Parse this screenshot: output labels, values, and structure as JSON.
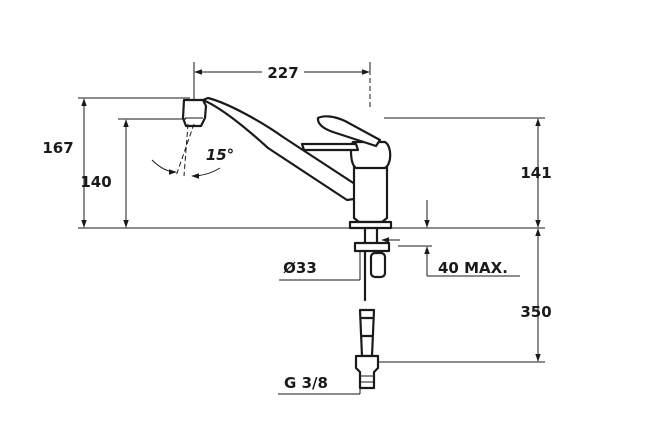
{
  "dimensions": {
    "spout_reach": "227",
    "total_height": "167",
    "spout_height": "140",
    "lever_height": "141",
    "body_diameter": "Ø33",
    "max_counter_thickness": "40 MAX.",
    "hose_length": "350",
    "connection_thread": "G 3/8"
  },
  "angle": {
    "swivel": "15°"
  },
  "colors": {
    "line": "#1a1a1a",
    "background": "#ffffff"
  }
}
